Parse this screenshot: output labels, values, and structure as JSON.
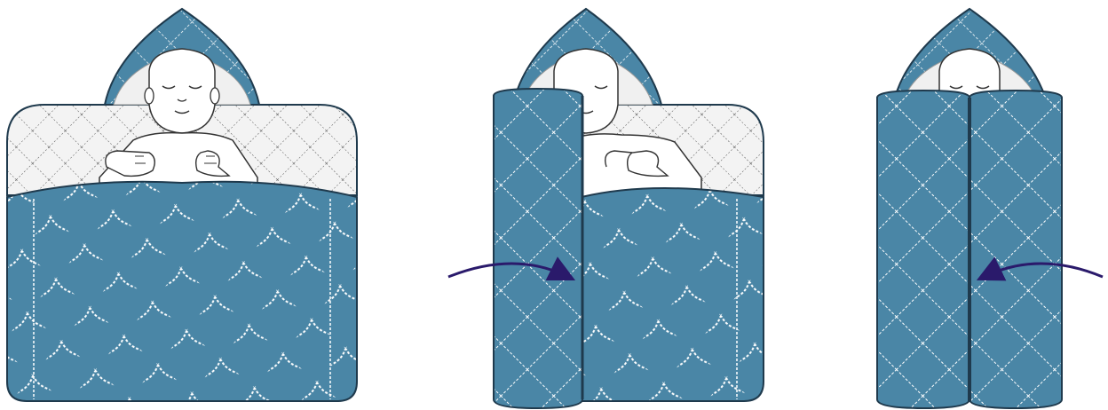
{
  "figure": {
    "steps": [
      {
        "id": "step-1",
        "state": "blanket-open"
      },
      {
        "id": "step-2",
        "state": "left-side-folded",
        "arrow": "right"
      },
      {
        "id": "step-3",
        "state": "right-side-folded",
        "arrow": "left"
      }
    ],
    "colors": {
      "blanket_teal": "#4a86a6",
      "blanket_dark": "#3b7494",
      "stitch_white": "#ffffff",
      "outline": "#1f3a4d",
      "lining": "#f1f1f1",
      "lining_grid": "#5a5a5a",
      "skin": "#ffffff",
      "arrow": "#2a1a6b"
    }
  }
}
